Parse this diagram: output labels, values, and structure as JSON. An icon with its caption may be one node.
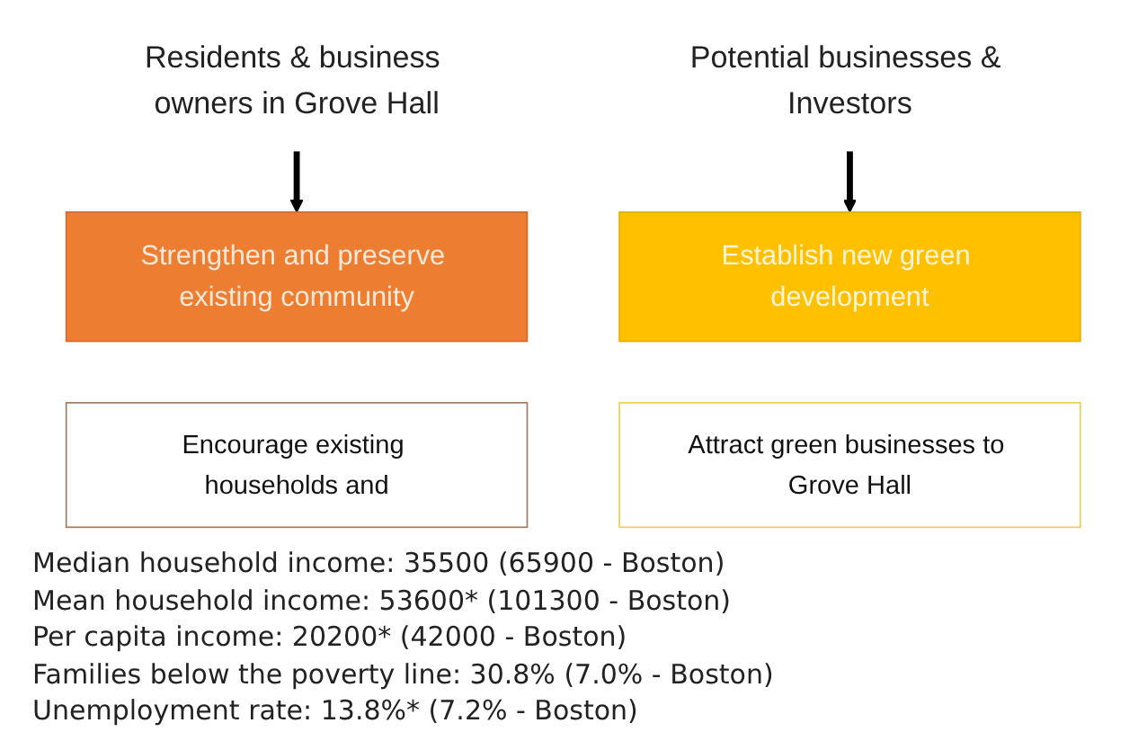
{
  "diagram": {
    "nodes": [
      {
        "text": [
          "Residents & business owners in Grove Hall"
        ]
      },
      {
        "text": [
          "Potential businesses & Investors"
        ]
      },
      {
        "text": [
          "Strengthen and preserve existing community"
        ]
      },
      {
        "text": [
          "Establish new green development"
        ]
      },
      {
        "text": [
          "Encourage existing households and"
        ]
      },
      {
        "text": [
          "Attract green businesses to Grove Hall"
        ]
      }
    ],
    "edges": [
      {
        "from": 0,
        "to": 2,
        "arrow": "to"
      },
      {
        "from": 1,
        "to": 3,
        "arrow": "to"
      }
    ],
    "labels": [
      "Median household income: 35500 (65900 - Boston)",
      "Mean household income: 53600* (101300 - Boston)",
      "Per capita income: 20200* (42000 - Boston)",
      "Families below the poverty line: 30.8% (7.0% - Boston)",
      "Unemployment rate: 13.8%* (7.2% - Boston)"
    ]
  }
}
